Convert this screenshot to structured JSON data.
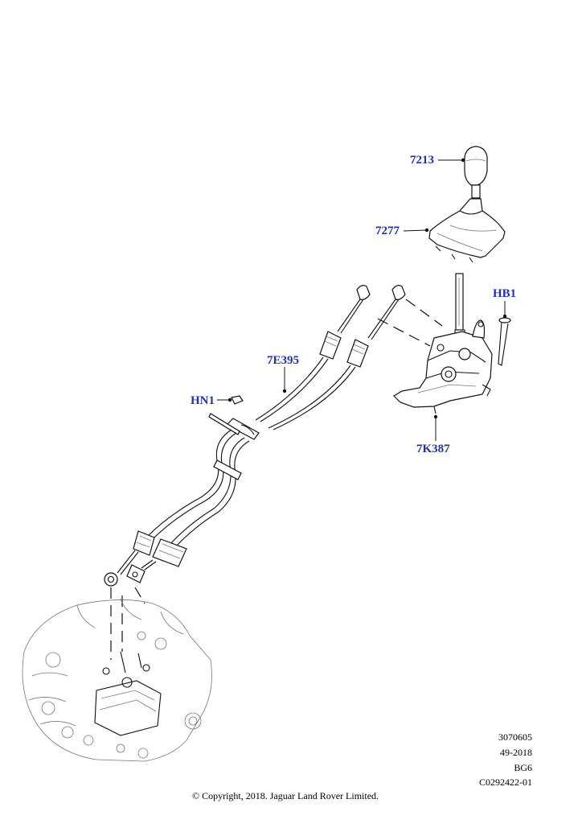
{
  "callouts": [
    {
      "id": "7213",
      "label": "7213"
    },
    {
      "id": "7277",
      "label": "7277"
    },
    {
      "id": "HB1",
      "label": "HB1"
    },
    {
      "id": "7E395",
      "label": "7E395"
    },
    {
      "id": "HN1",
      "label": "HN1"
    },
    {
      "id": "7K387",
      "label": "7K387"
    }
  ],
  "reference": {
    "line1": "3070605",
    "line2": "49-2018",
    "line3": "BG6",
    "line4": "C0292422-01"
  },
  "copyright": "© Copyright, 2018. Jaguar Land Rover Limited."
}
